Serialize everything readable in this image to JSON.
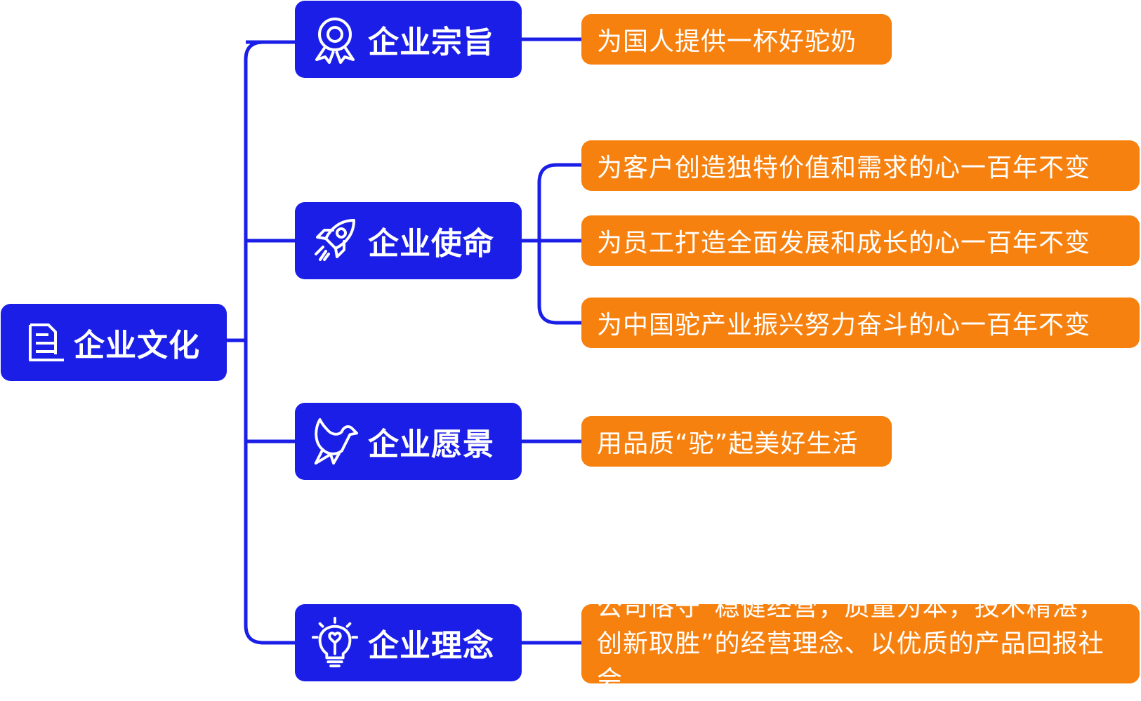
{
  "root": {
    "label": "企业文化",
    "icon": "document-icon"
  },
  "branches": [
    {
      "label": "企业宗旨",
      "icon": "award-ribbon-icon",
      "items": [
        "为国人提供一杯好驼奶"
      ]
    },
    {
      "label": "企业使命",
      "icon": "rocket-icon",
      "items": [
        "为客户创造独特价值和需求的心一百年不变",
        "为员工打造全面发展和成长的心一百年不变",
        "为中国驼产业振兴努力奋斗的心一百年不变"
      ]
    },
    {
      "label": "企业愿景",
      "icon": "dove-icon",
      "items": [
        "用品质“驼”起美好生活"
      ]
    },
    {
      "label": "企业理念",
      "icon": "lightbulb-icon",
      "items": [
        "公司恪守“稳健经营，质量为本，技术精湛，创新取胜”的经营理念、以优质的产品回报社会"
      ]
    }
  ],
  "colors": {
    "blue": "#1a1ee6",
    "orange": "#f7810f",
    "line": "#1a1ee6"
  }
}
